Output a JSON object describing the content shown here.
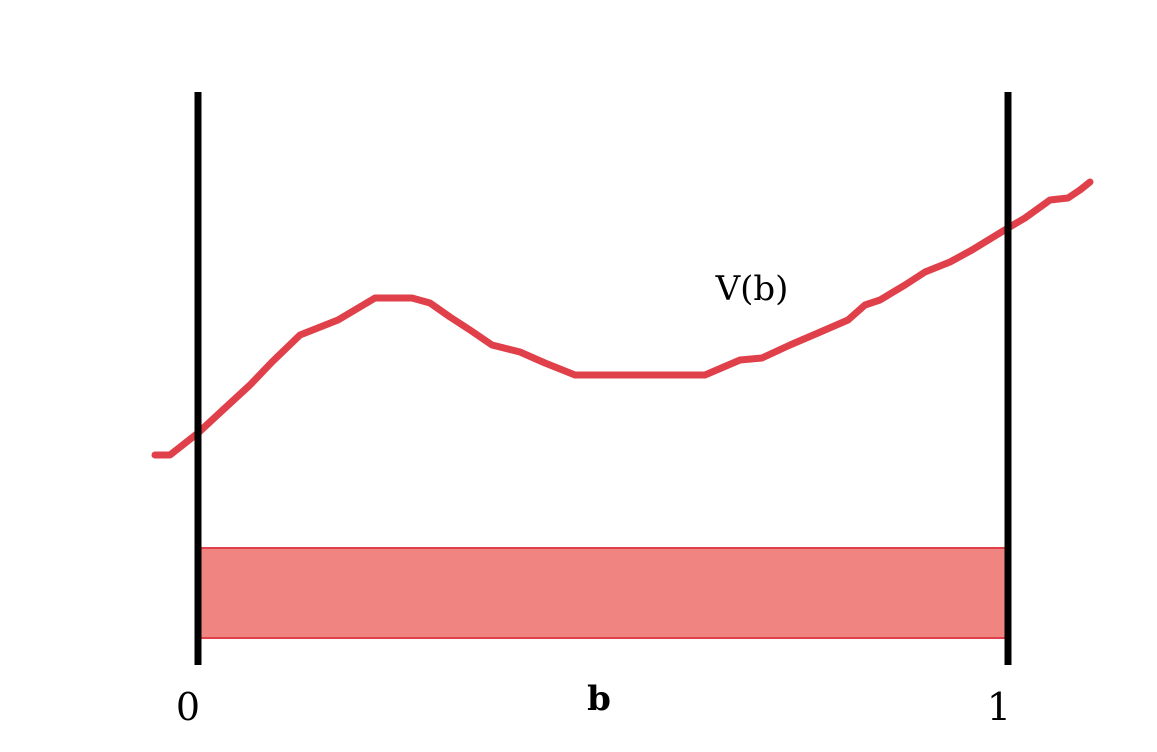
{
  "diagram": {
    "curve_label": "V(b)",
    "axis_label": "b",
    "tick_left": "0",
    "tick_right": "1",
    "colors": {
      "curve": "#e0404a",
      "band_fill": "#ef8480",
      "band_edge": "#e0404a",
      "walls": "#000000"
    }
  }
}
